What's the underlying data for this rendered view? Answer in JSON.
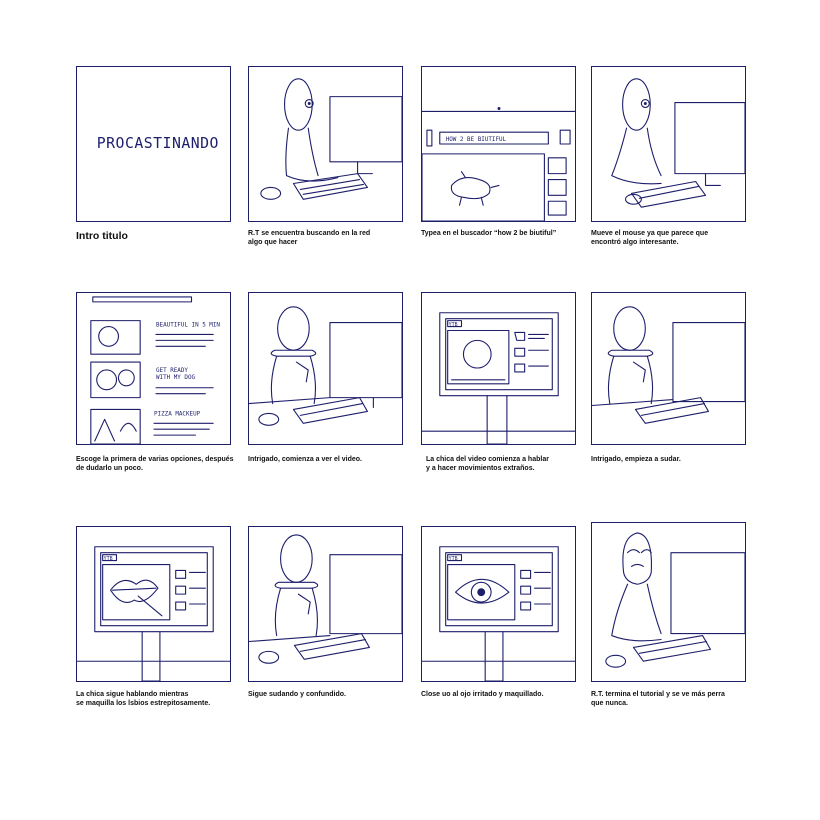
{
  "title": "PROCASTINANDO",
  "panels": [
    {
      "caption": "Intro titulo"
    },
    {
      "caption": "R.T se encuentra buscando en la red\nalgo que hacer"
    },
    {
      "caption": "Typea en el buscador “how 2 be biutiful”",
      "search_text": "HOW 2 BE BIUTIFUL"
    },
    {
      "caption": "Mueve el mouse ya que parece que\nencontró algo interesante."
    },
    {
      "caption": "Escoge la primera de varias opciones, después\nde dudarlo un poco.",
      "results": [
        "BEAUTIFUL IN 5 MIN",
        "GET READY\nWITH MY DOG",
        "PIZZA MACKEUP"
      ]
    },
    {
      "caption": "Intrigado, comienza a ver el video."
    },
    {
      "caption": "La chica del video comienza a hablar\ny a hacer movimientos extraños.",
      "logo": "YTB"
    },
    {
      "caption": "Intrigado, empieza a sudar."
    },
    {
      "caption": "La chica sigue hablando mientras\nse maquilla los lsbios estrepitosamente.",
      "logo": "YTB"
    },
    {
      "caption": "Sigue sudando y confundido."
    },
    {
      "caption": "Close uo al ojo irritado y maquillado.",
      "logo": "YTB"
    },
    {
      "caption": "R.T. termina el tutorial y se ve más perra\nque nunca."
    }
  ]
}
